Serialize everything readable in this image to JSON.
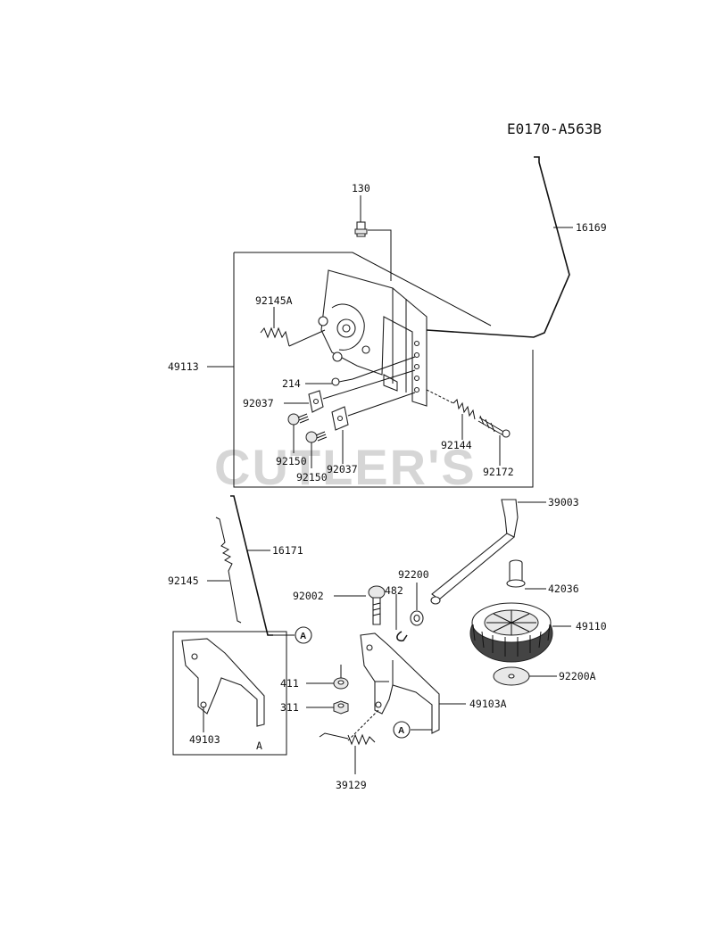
{
  "diagram_code": "E0170-A563B",
  "watermark": "CUTLER'S",
  "callout_letter": "A",
  "labels": {
    "p130": "130",
    "p16169": "16169",
    "p92145A": "92145A",
    "p49113": "49113",
    "p214": "214",
    "p92037a": "92037",
    "p92150a": "92150",
    "p92150b": "92150",
    "p92037b": "92037",
    "p92144": "92144",
    "p92172": "92172",
    "p39003": "39003",
    "p16171": "16171",
    "p92145": "92145",
    "p92200": "92200",
    "p92002": "92002",
    "p482": "482",
    "p42036": "42036",
    "p49110": "49110",
    "p411": "411",
    "p311": "311",
    "p92200A": "92200A",
    "p49103A": "49103A",
    "p49103": "49103",
    "p39129": "39129"
  }
}
